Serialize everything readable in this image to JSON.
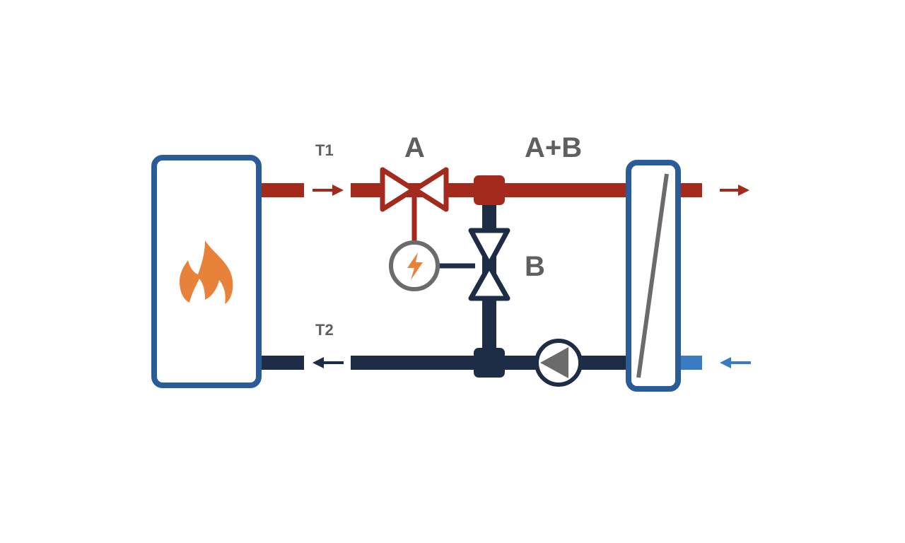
{
  "labels": {
    "t1": "T1",
    "t2": "T2",
    "a": "A",
    "ab": "A+B",
    "b": "B"
  },
  "colors": {
    "hot_pipe": "#a52a1e",
    "cold_pipe": "#1d2d45",
    "frame_blue": "#2a5d97",
    "flame": "#e8823a",
    "gray": "#6b6b6b",
    "cold_in": "#3a7bc4",
    "text": "#5f5f5f"
  },
  "icons": {
    "boiler": "flame-icon",
    "actuator": "lightning-bolt-icon",
    "pump": "pump-triangle-icon",
    "heat_exchanger": "heat-exchanger-icon"
  }
}
